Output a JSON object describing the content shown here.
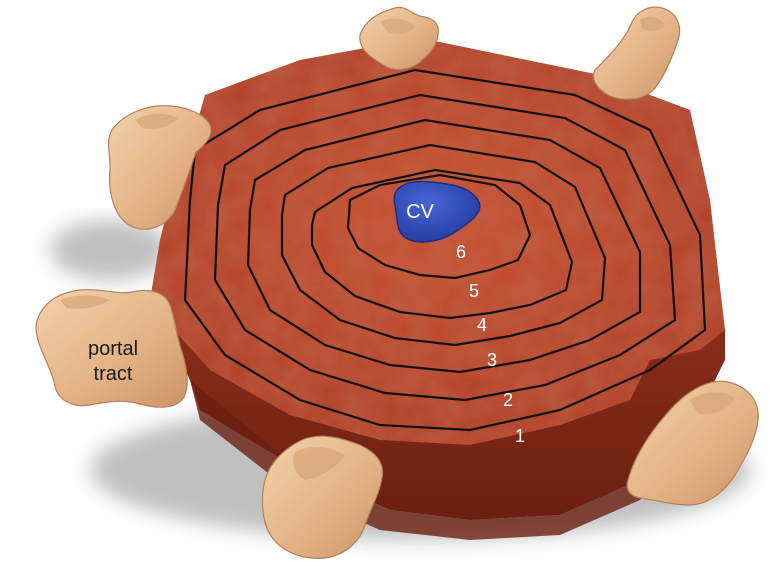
{
  "diagram": {
    "central_vein_label": "CV",
    "portal_tract_label_line1": "portal",
    "portal_tract_label_line2": "tract",
    "zones": [
      "1",
      "2",
      "3",
      "4",
      "5",
      "6"
    ]
  },
  "colors": {
    "parenchyma_top": "#b8432a",
    "parenchyma_side": "#7e2616",
    "zone_line": "#111111",
    "central_vein": "#2f47b0",
    "portal_tract": "#e8b98a",
    "zone_text": "#ffffff"
  }
}
